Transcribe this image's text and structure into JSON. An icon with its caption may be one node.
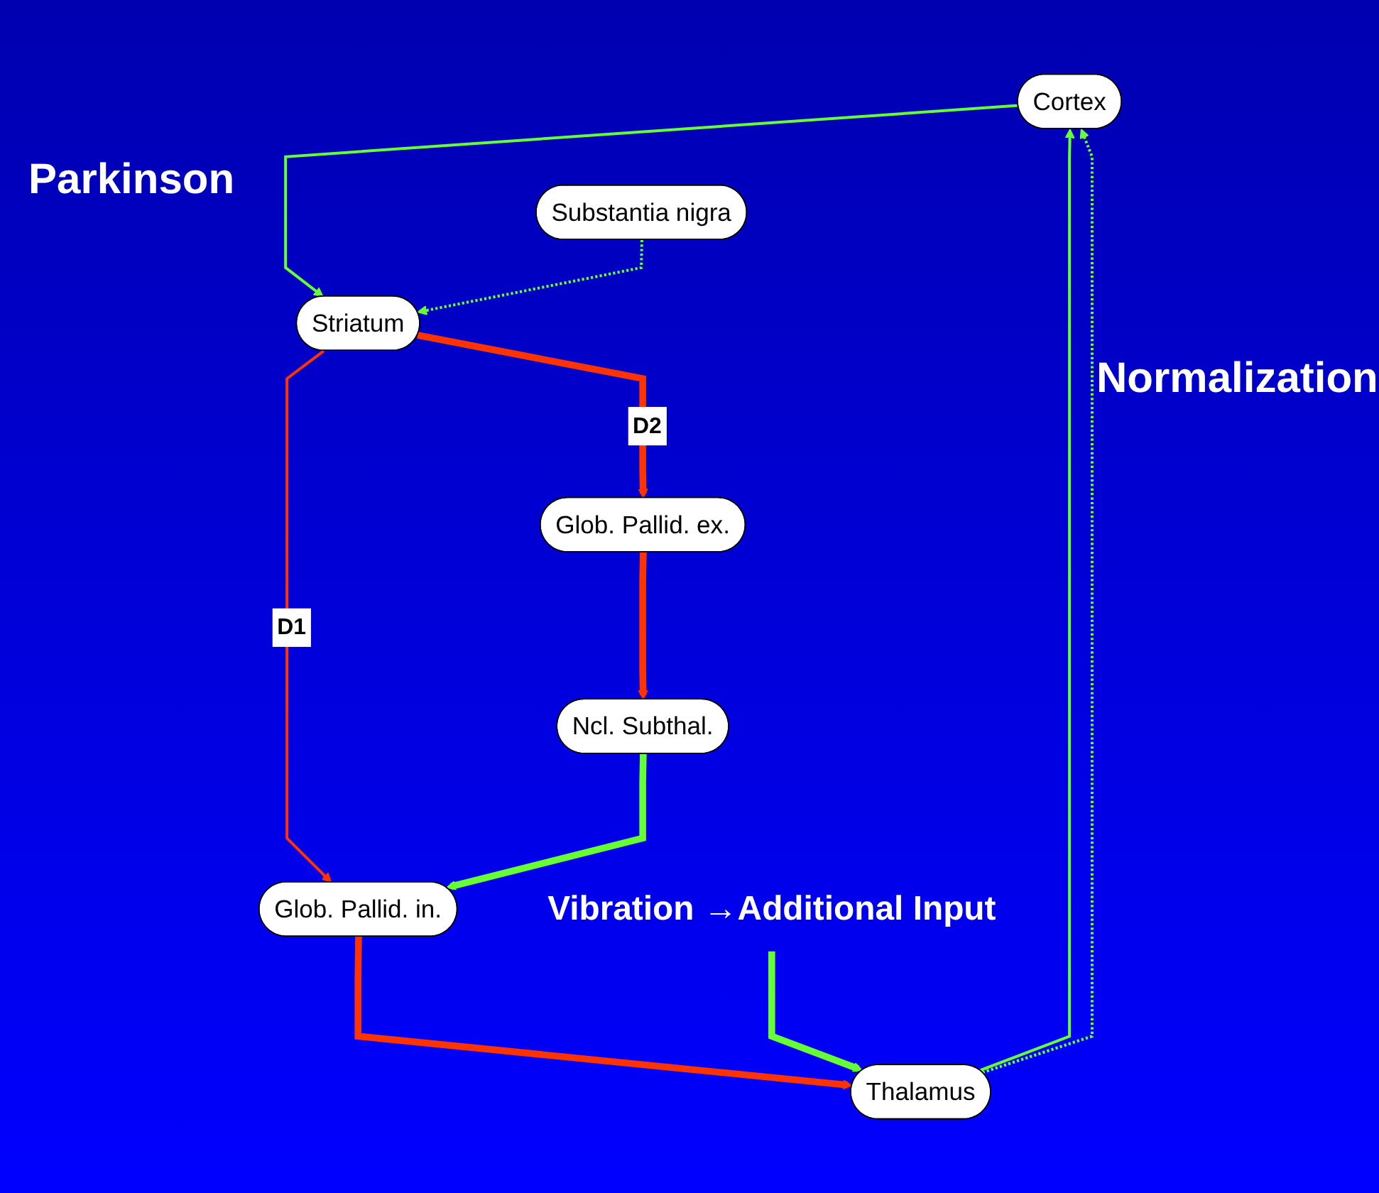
{
  "diagram": {
    "nodes": [
      {
        "text": [
          "Cortex"
        ]
      },
      {
        "text": [
          "Striatum"
        ]
      },
      {
        "text": [
          "Substantia nigra"
        ]
      },
      {
        "text": [
          "Glob. Pallid. ex."
        ]
      },
      {
        "text": [
          "Ncl. Subthal."
        ]
      },
      {
        "text": [
          "Thalamus"
        ]
      },
      {
        "text": [
          "Glob. Pallid. in."
        ]
      },
      {
        "text": [
          "Vibration →Additional Input"
        ]
      }
    ],
    "edges": [
      {
        "from": 0,
        "to": 1,
        "arrow": "to"
      },
      {
        "from": 2,
        "to": 1,
        "arrow": "to",
        "style": "dashed"
      },
      {
        "from": 1,
        "to": 3,
        "arrow": "to",
        "label": "D2",
        "style": "thick",
        "color": "#ff3300"
      },
      {
        "from": 3,
        "to": 4,
        "arrow": "to",
        "style": "thick",
        "color": "#ff3300"
      },
      {
        "from": 1,
        "to": 6,
        "arrow": "to",
        "label": "D1",
        "color": "#ff3300"
      },
      {
        "from": 4,
        "to": 6,
        "arrow": "to",
        "style": "thick"
      },
      {
        "from": 6,
        "to": 5,
        "arrow": "to",
        "style": "thick",
        "color": "#ff3300"
      },
      {
        "from": 5,
        "to": 0,
        "arrow": "to"
      },
      {
        "from": 5,
        "to": 0,
        "arrow": "to",
        "style": "dashed"
      },
      {
        "from": 7,
        "to": 5,
        "arrow": "to",
        "style": "thick"
      }
    ],
    "labels": [
      "Parkinson",
      "Normalization"
    ]
  }
}
